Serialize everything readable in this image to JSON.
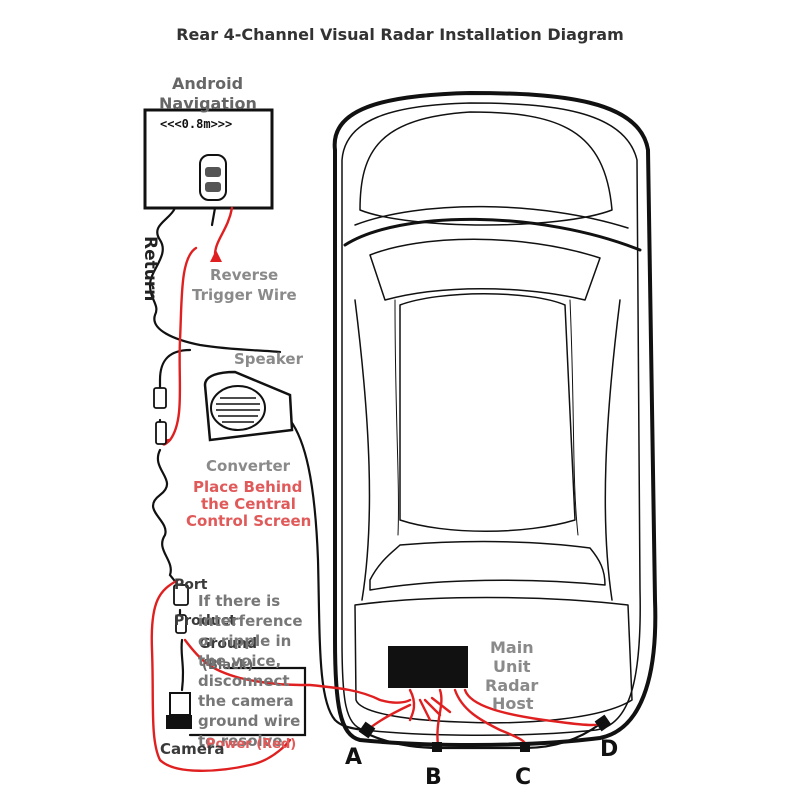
{
  "title": "Rear 4-Channel Visual Radar Installation Diagram",
  "labels": {
    "android_line1": "Android",
    "android_line2": "Navigation",
    "distance": "<<<0.8m>>>",
    "return": "Return",
    "reverse_line1": "Reverse",
    "reverse_line2": "Trigger Wire",
    "speaker": "Speaker",
    "converter": "Converter",
    "place_line1": "Place Behind",
    "place_line2": "the Central",
    "place_line3": "Control Screen",
    "port": "Port",
    "product": "Product",
    "ground": "Ground",
    "black": "(Black)",
    "note_line1": "If there is",
    "note_line2": "interference",
    "note_line3": "or ripple in",
    "note_line4": "the voice,",
    "note_line5": "disconnect",
    "note_line6": "the camera",
    "note_line7": "ground wire",
    "note_line8": "to resolve",
    "power": "Power (Red)",
    "camera": "Camera",
    "main_line1": "Main",
    "main_line2": "Unit",
    "main_line3": "Radar",
    "main_line4": "Host",
    "sensor_a": "A",
    "sensor_b": "B",
    "sensor_c": "C",
    "sensor_d": "D"
  },
  "colors": {
    "wire_black": "#111111",
    "wire_red": "#e02020",
    "gray_text": "#8a8a8a",
    "red_text": "#e05a5a"
  }
}
